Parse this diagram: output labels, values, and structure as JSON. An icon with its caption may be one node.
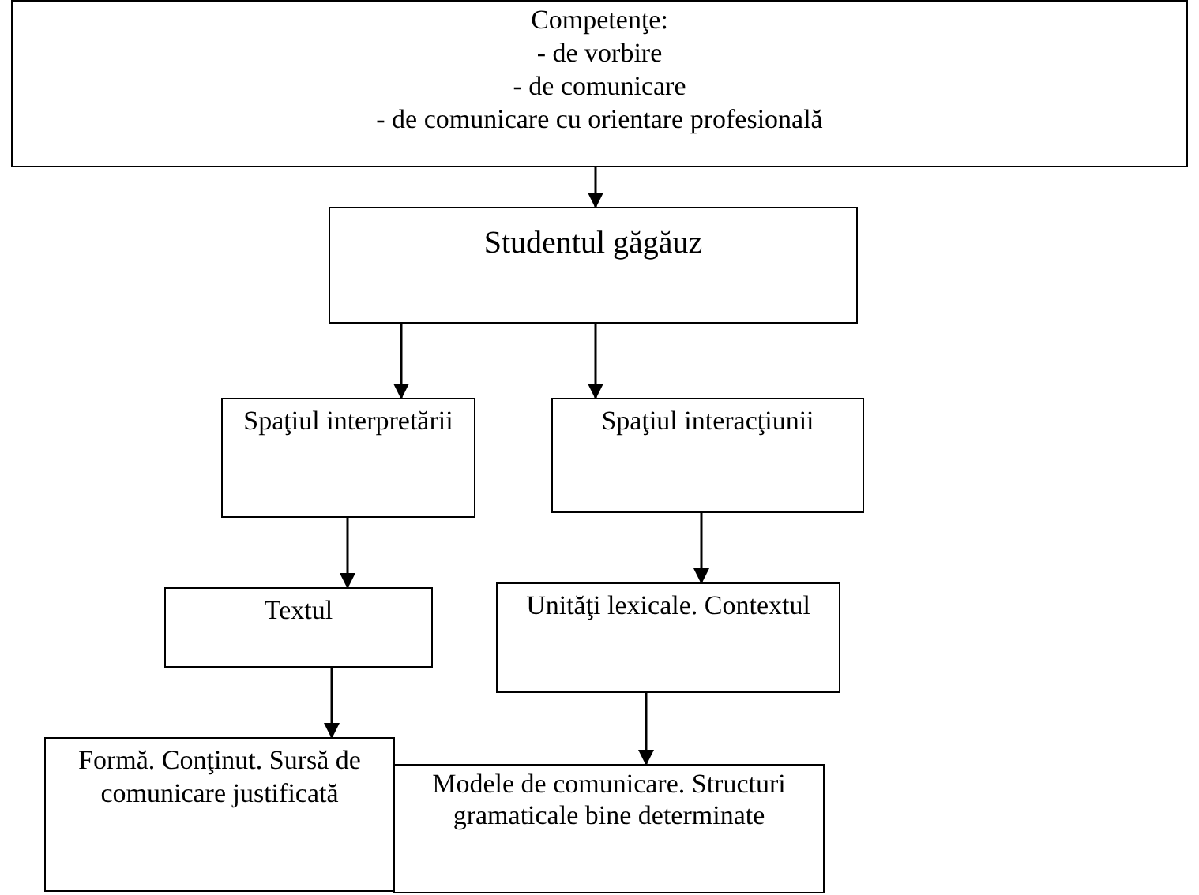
{
  "diagram": {
    "nodes": [
      {
        "text": [
          "Competenţe:",
          "- de vorbire",
          "- de comunicare",
          "- de comunicare cu orientare profesională"
        ]
      },
      {
        "text": [
          "Studentul găgăuz"
        ]
      },
      {
        "text": [
          "Spaţiul interpretării"
        ]
      },
      {
        "text": [
          "Spaţiul interacţiunii"
        ]
      },
      {
        "text": [
          "Textul"
        ]
      },
      {
        "text": [
          "Unităţi lexicale. Contextul"
        ]
      },
      {
        "text": [
          "Formă. Conţinut. Sursă de comunicare justificată"
        ]
      },
      {
        "text": [
          "Modele de comunicare. Structuri gramaticale bine determinate"
        ]
      }
    ],
    "edges": [
      {
        "from": 0,
        "to": 1,
        "arrow": "to"
      },
      {
        "from": 1,
        "to": 2,
        "arrow": "to"
      },
      {
        "from": 1,
        "to": 3,
        "arrow": "to"
      },
      {
        "from": 2,
        "to": 4,
        "arrow": "to"
      },
      {
        "from": 3,
        "to": 5,
        "arrow": "to"
      },
      {
        "from": 4,
        "to": 6,
        "arrow": "to"
      },
      {
        "from": 5,
        "to": 7,
        "arrow": "to"
      }
    ]
  }
}
